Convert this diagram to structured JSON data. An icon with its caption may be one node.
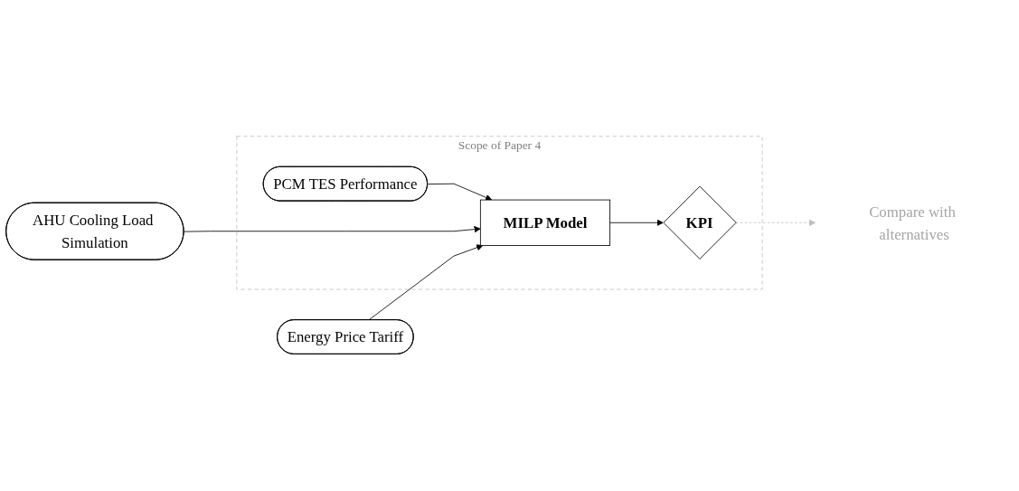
{
  "diagram": {
    "nodes": [
      {
        "text": [
          "Scope of Paper 4"
        ]
      },
      {
        "text": [
          "PCM TES Performance"
        ],
        "in": 0
      },
      {
        "text": [
          "AHU Cooling Load Simulation"
        ]
      },
      {
        "text": [
          "MILP Model"
        ],
        "in": 0
      },
      {
        "text": [
          "KPI"
        ],
        "in": 0
      },
      {
        "text": [
          "Compare with alternatives"
        ]
      },
      {
        "text": [
          "Energy Price Tariff"
        ]
      }
    ],
    "edges": [
      {
        "from": 1,
        "to": 3,
        "arrow": "to"
      },
      {
        "from": 2,
        "to": 3,
        "arrow": "to"
      },
      {
        "from": 3,
        "to": 4,
        "arrow": "to"
      },
      {
        "from": 6,
        "to": 3,
        "arrow": "to"
      },
      {
        "from": 4,
        "to": 5,
        "arrow": "to",
        "style": "dashed",
        "color": "#bfbfbf"
      }
    ]
  }
}
